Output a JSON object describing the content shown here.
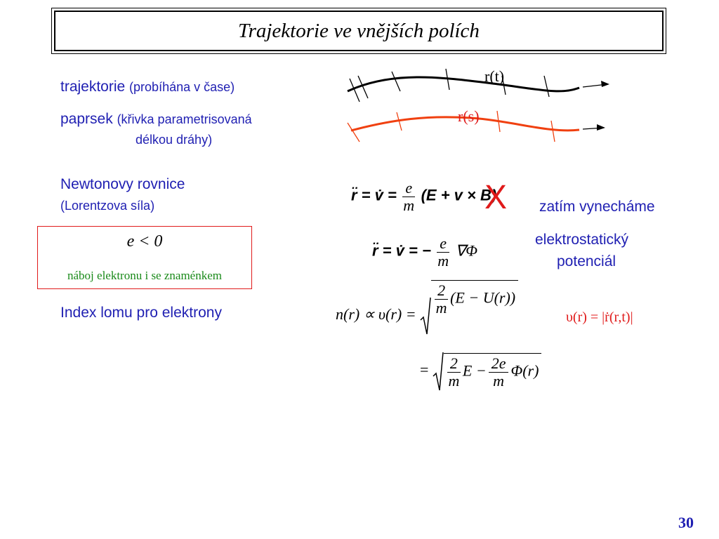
{
  "title": "Trajektorie ve vnějších polích",
  "left": {
    "trajektorie": {
      "word": "trajektorie",
      "note": "(probíhána v čase)"
    },
    "paprsek": {
      "word": "paprsek",
      "note_line1": "(křivka parametrisovaná",
      "note_line2": "délkou dráhy)"
    },
    "newton": {
      "line1": "Newtonovy rovnice",
      "line2": "(Lorentzova síla)"
    },
    "box": {
      "inequality": "e < 0",
      "caption": "náboj elektronu i se znaménkem"
    },
    "index": "Index lomu pro elektrony"
  },
  "curves": {
    "black_label": "r(t)",
    "red_label": "r(s)"
  },
  "equations": {
    "eq1_lhs": "r̈ = v̇ =",
    "frac_e": "e",
    "frac_m": "m",
    "eq1_rhs": "(E + v × B)",
    "cross_mark": "X",
    "eq2_lhs": "r̈ = v̇ = −",
    "eq2_rhs": "∇Φ",
    "eq3_lhs": "n(r) ∝ υ(r) =",
    "eq3_frac_num": "2",
    "eq3_rhs": "(E − U(r))",
    "eq3_aside": "υ(r) = |ṙ(r,t)|",
    "eq4_lhs": "=",
    "eq4_frac2_num": "2e",
    "eq4_mid": "E −",
    "eq4_rhs": "Φ(r)"
  },
  "notes": {
    "zatim": "zatím vynecháme",
    "elektro_line1": "elektrostatický",
    "elektro_line2": "potenciál"
  },
  "page_number": "30",
  "colors": {
    "blue": "#1f1fb2",
    "red": "#e01a1a",
    "curve_red": "#f04010",
    "green": "#1a8a1a"
  }
}
